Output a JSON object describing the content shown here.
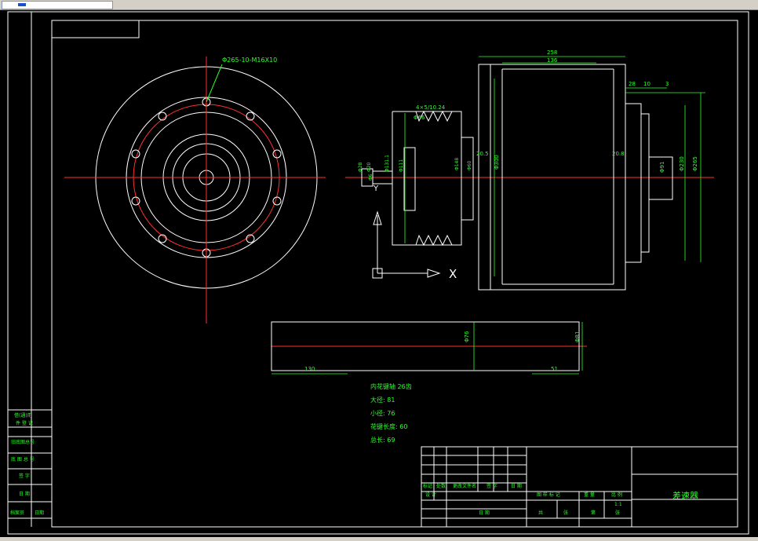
{
  "colors": {
    "background": "#000000",
    "line": "#ffffff",
    "center": "#ff3030",
    "dim": "#2bff2b",
    "cyan": "#44e0ff"
  },
  "ui": {
    "window_strip": "toolbar",
    "icon": "app-icon"
  },
  "dims": {
    "bolt_circle": "Φ265-10-M16X10",
    "total_length": "258",
    "inner_length": "136",
    "d_small_1": "28",
    "d_small_2": "10",
    "d_small_3": "3",
    "pulley_groove": "4×5/10.24",
    "pulley_d": "Φ66",
    "left_shaft_1": "Φ28",
    "left_shaft_2": "Φ20",
    "left_shaft_3": "Φ6",
    "pulley_inner_1": "Φ131.1",
    "pulley_inner_2": "Φ111",
    "pulley_outer": "Φ148",
    "pulley_hub": "Φ60",
    "drum_d": "Φ300",
    "left_gap": "20.5",
    "right_gap": "20.8",
    "right_bore": "Φ91",
    "right_d1": "Φ230",
    "right_d2": "Φ265",
    "shaft_d": "Φ76",
    "shaft_d2": "Φ81",
    "shaft_left_len": "130",
    "shaft_right_len": "51",
    "axis_x": "X",
    "axis_y": "Y"
  },
  "notes": {
    "line1": "内花键轴  26齿",
    "line2": "大径: 81",
    "line3": "小径: 76",
    "line4": "花键长度: 60",
    "line5": "总长: 69"
  },
  "left_block": {
    "r1": "借(通)用",
    "r1b": "件 登 记",
    "r2": "旧底图总号",
    "r3": "底 图 总 号",
    "r4": "签    字",
    "r5": "日    期",
    "r6a": "档案员",
    "r6b": "日期"
  },
  "title_block": {
    "title": "差速器",
    "marker": "标记",
    "count": "处数",
    "file": "更改文件名",
    "sign": "签  字",
    "date": "日 期",
    "design": "设 计",
    "drawing_label": "图 样 标 记",
    "weight": "重 量",
    "scale_label": "比 例",
    "scale": "1:1",
    "date2": "日 期",
    "total": "共",
    "sheet": "张",
    "page": "第",
    "page2": "张"
  }
}
